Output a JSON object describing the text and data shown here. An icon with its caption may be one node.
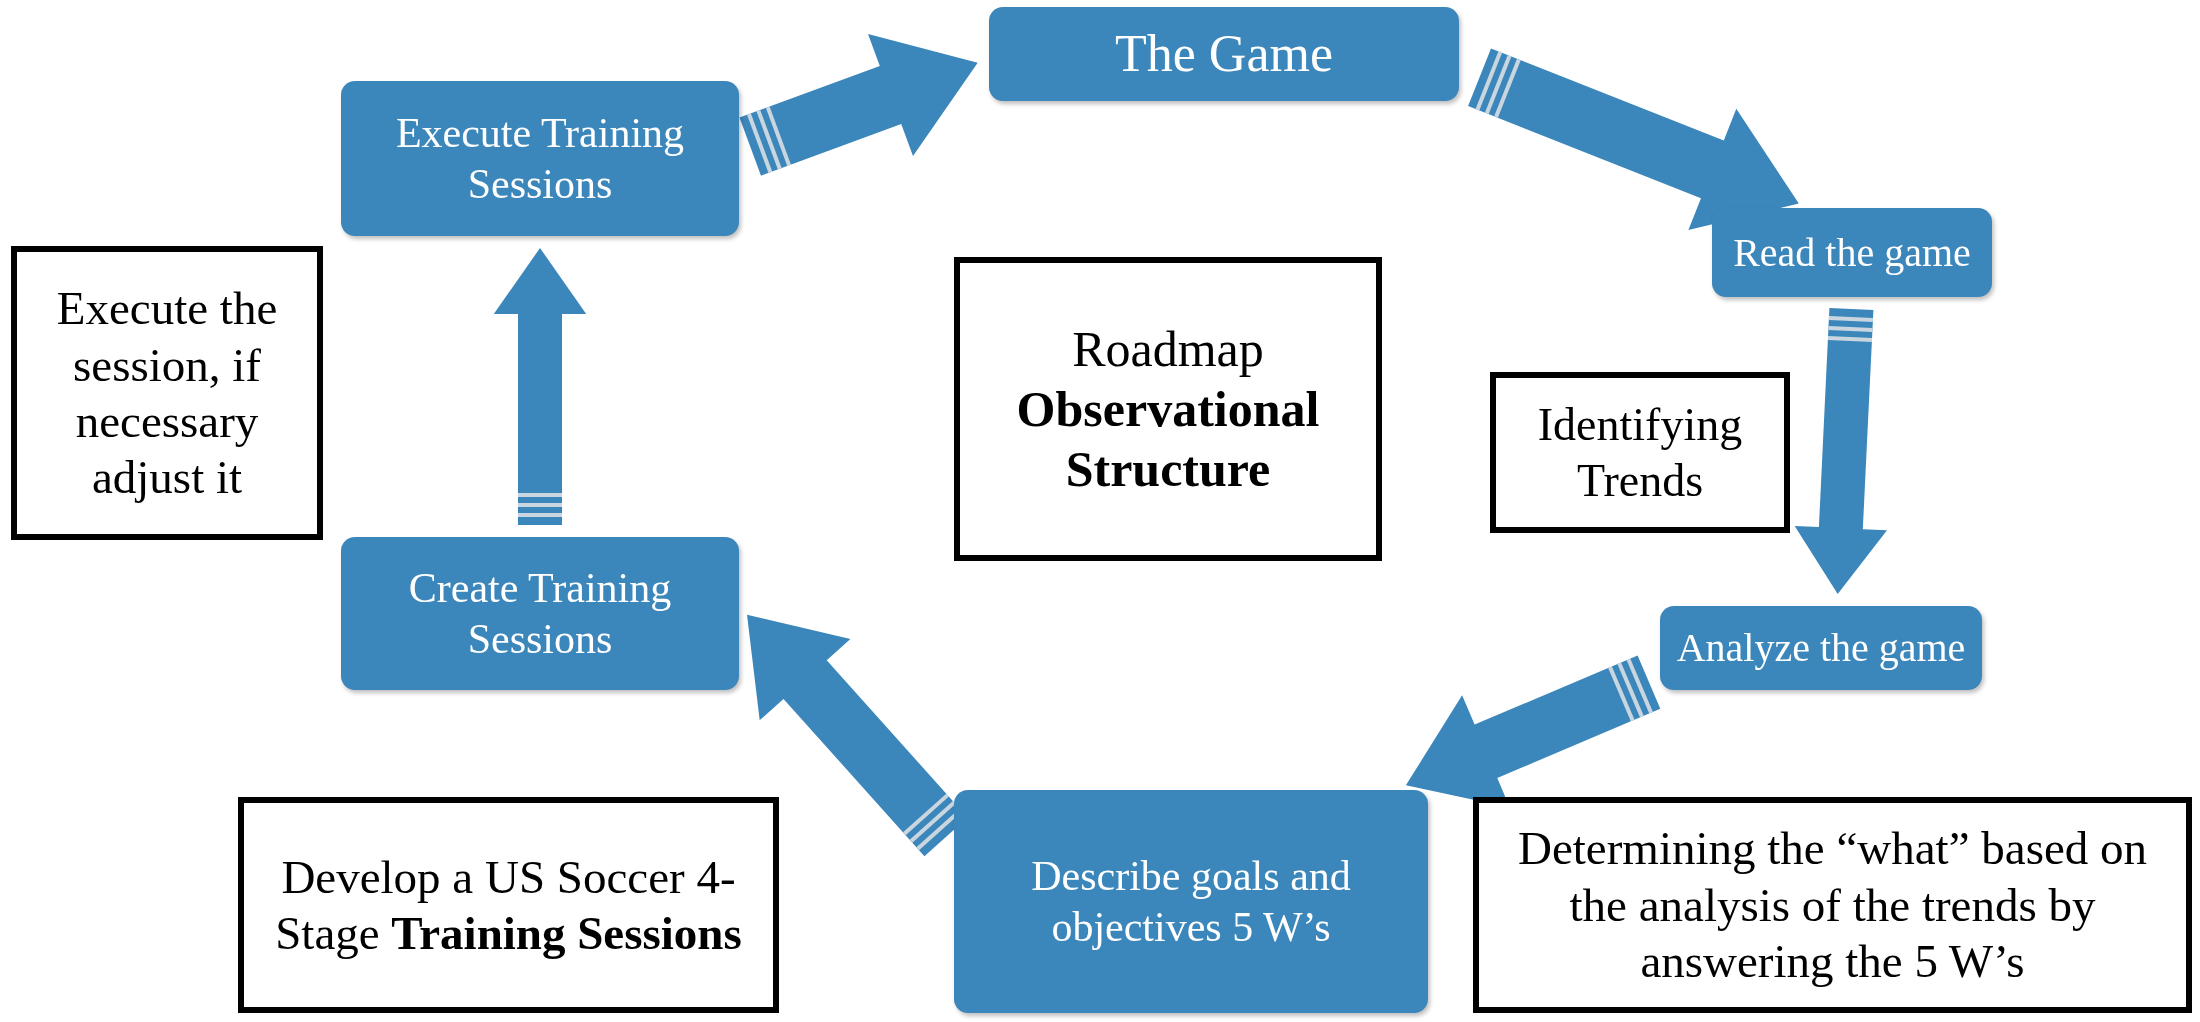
{
  "diagram": {
    "nodes": [
      {
        "text": [
          "The Game"
        ]
      },
      {
        "text": [
          "Read the game"
        ]
      },
      {
        "text": [
          "Identifying Trends"
        ]
      },
      {
        "text": [
          "Analyze the game"
        ]
      },
      {
        "text": [
          "Determining the “what” based on the analysis of the trends by answering the 5 W’s"
        ]
      },
      {
        "text": [
          "Describe goals and objectives 5 W’s"
        ]
      },
      {
        "text": [
          "Develop a US Soccer 4-Stage **Training Sessions**"
        ]
      },
      {
        "text": [
          "Create  Training Sessions"
        ]
      },
      {
        "text": [
          "Execute the session, if necessary adjust it"
        ]
      },
      {
        "text": [
          "Execute Training Sessions"
        ]
      },
      {
        "text": [
          "Roadmap",
          "Observational Structure"
        ]
      }
    ],
    "edges": [
      {
        "from": 9,
        "to": 0,
        "arrow": "to"
      },
      {
        "from": 0,
        "to": 1,
        "arrow": "to"
      },
      {
        "from": 1,
        "to": 3,
        "arrow": "to"
      },
      {
        "from": 3,
        "to": 5,
        "arrow": "to"
      },
      {
        "from": 5,
        "to": 7,
        "arrow": "to"
      },
      {
        "from": 7,
        "to": 9,
        "arrow": "to"
      }
    ]
  }
}
